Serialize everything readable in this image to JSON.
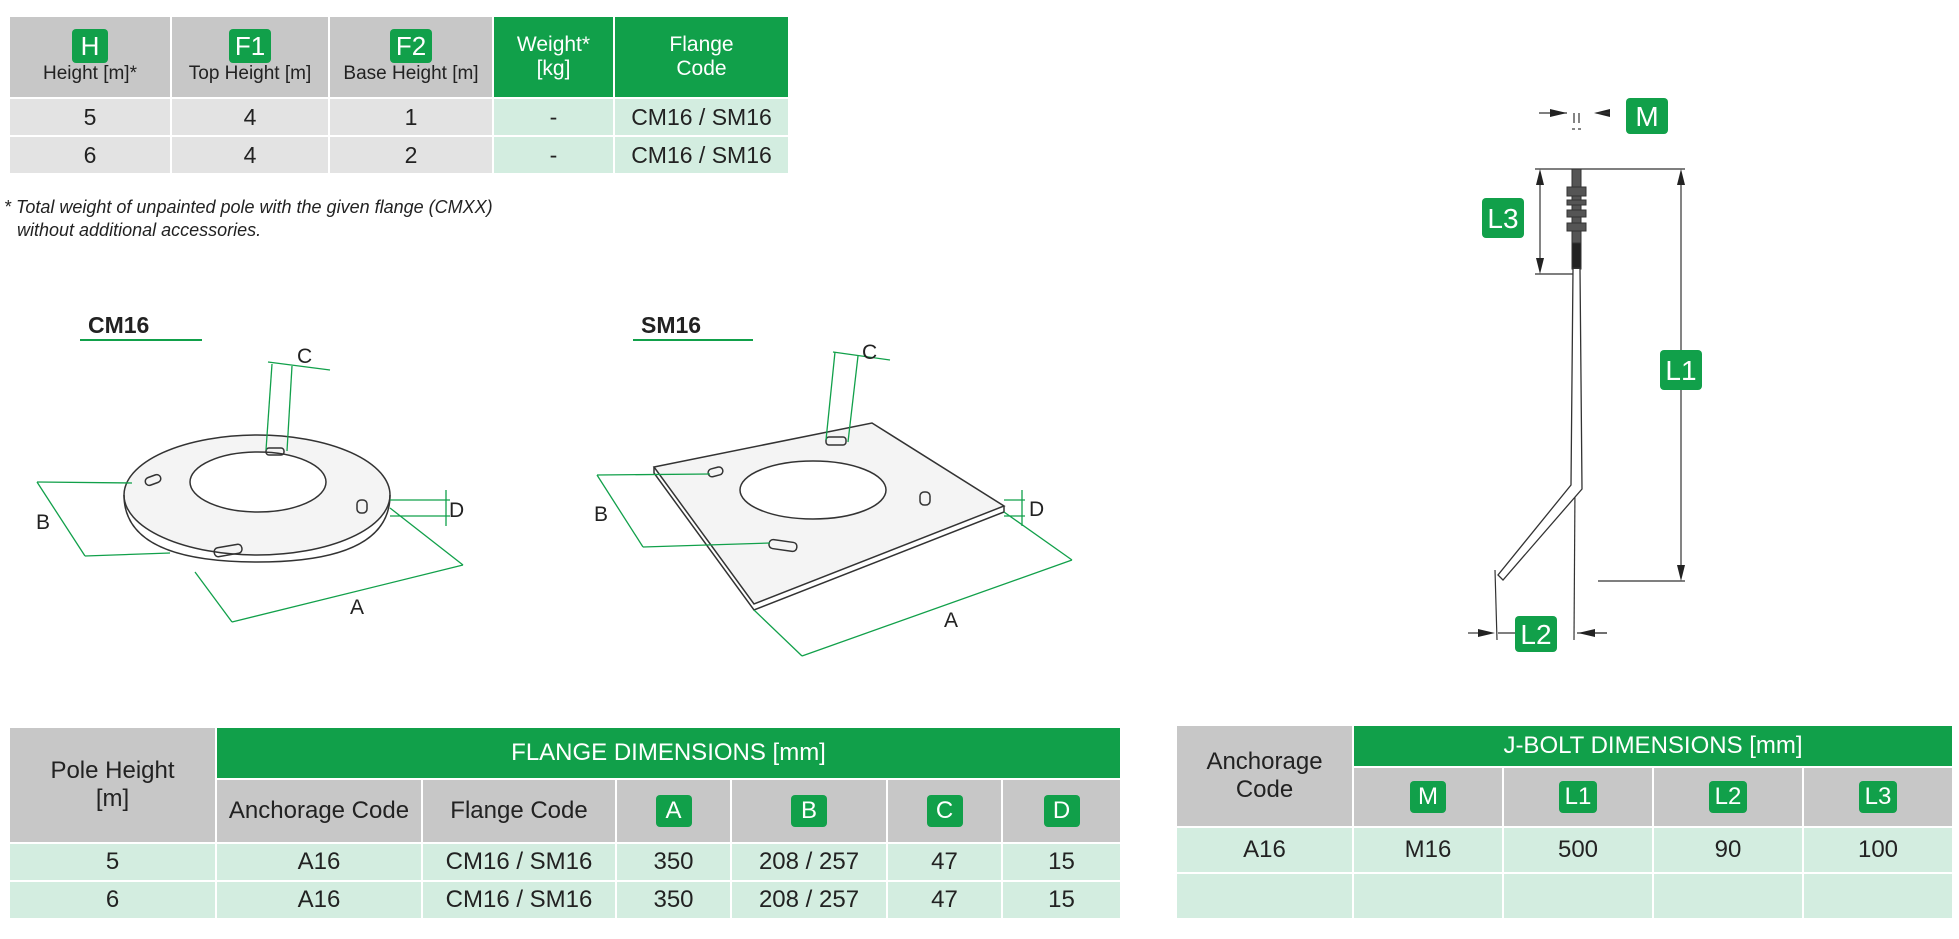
{
  "top_table": {
    "headers": [
      {
        "badge": "H",
        "label": "Height [m]",
        "mark": "*"
      },
      {
        "badge": "F1",
        "label": "Top Height [m]"
      },
      {
        "badge": "F2",
        "label": "Base Height [m]"
      },
      {
        "label": "Weight",
        "mark": "*",
        "label2": "[kg]"
      },
      {
        "label": "Flange",
        "label2": "Code"
      }
    ],
    "rows": [
      [
        "5",
        "4",
        "1",
        "-",
        "CM16 / SM16"
      ],
      [
        "6",
        "4",
        "2",
        "-",
        "CM16 / SM16"
      ]
    ]
  },
  "note": {
    "line1": "* Total weight of unpainted pole with the given flange (CMXX)",
    "line2": "without additional accessories."
  },
  "drawings": {
    "cm16": {
      "title": "CM16",
      "labels": {
        "a": "A",
        "b": "B",
        "c": "C",
        "d": "D"
      }
    },
    "sm16": {
      "title": "SM16",
      "labels": {
        "a": "A",
        "b": "B",
        "c": "C",
        "d": "D"
      }
    },
    "jbolt": {
      "labels": {
        "m": "M",
        "l1": "L1",
        "l2": "L2",
        "l3": "L3"
      }
    }
  },
  "flange_table": {
    "pole_height_header": "Pole Height [m]",
    "group_header": "FLANGE DIMENSIONS [mm]",
    "sub_headers": [
      "Anchorage Code",
      "Flange Code"
    ],
    "badge_headers": [
      "A",
      "B",
      "C",
      "D"
    ],
    "rows": [
      [
        "5",
        "A16",
        "CM16 / SM16",
        "350",
        "208 / 257",
        "47",
        "15"
      ],
      [
        "6",
        "A16",
        "CM16 / SM16",
        "350",
        "208 / 257",
        "47",
        "15"
      ]
    ]
  },
  "jbolt_table": {
    "anchorage_header": "Anchorage Code",
    "group_header": "J-BOLT DIMENSIONS [mm]",
    "badge_headers": [
      "M",
      "L1",
      "L2",
      "L3"
    ],
    "rows": [
      [
        "A16",
        "M16",
        "500",
        "90",
        "100"
      ],
      [
        "",
        "",
        "",
        "",
        ""
      ]
    ]
  },
  "colors": {
    "accent": "#11a04a",
    "light_green": "#d3ede0",
    "header_grey": "#c7c7c7",
    "cell_grey": "#e3e3e3"
  }
}
